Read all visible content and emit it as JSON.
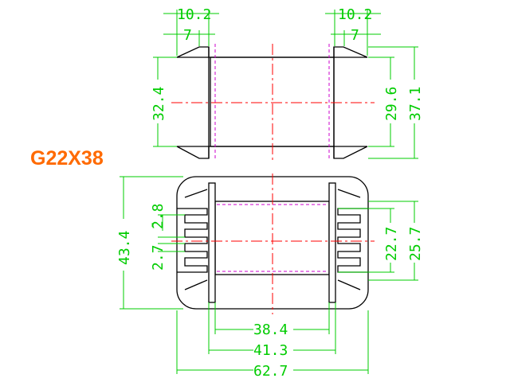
{
  "model": "G22X38",
  "colors": {
    "outline": "#000000",
    "centerline": "#ff0000",
    "hidden": "#cc00cc",
    "dimension": "#00cc00",
    "model_text": "#ff6a00"
  },
  "dimensions": {
    "top_flange_width_left": "10.2",
    "top_flange_width_right": "10.2",
    "top_slot_left": "7",
    "top_slot_right": "7",
    "side_height_left": "32.4",
    "side_inner_right": "29.6",
    "side_outer_right": "37.1",
    "front_height_left": "43.4",
    "pin_pitch_a": "2.8",
    "pin_pitch_b": "2.7",
    "window_right_inner": "22.7",
    "window_right_outer": "25.7",
    "width_inner": "38.4",
    "width_mid": "41.3",
    "width_overall": "62.7"
  }
}
